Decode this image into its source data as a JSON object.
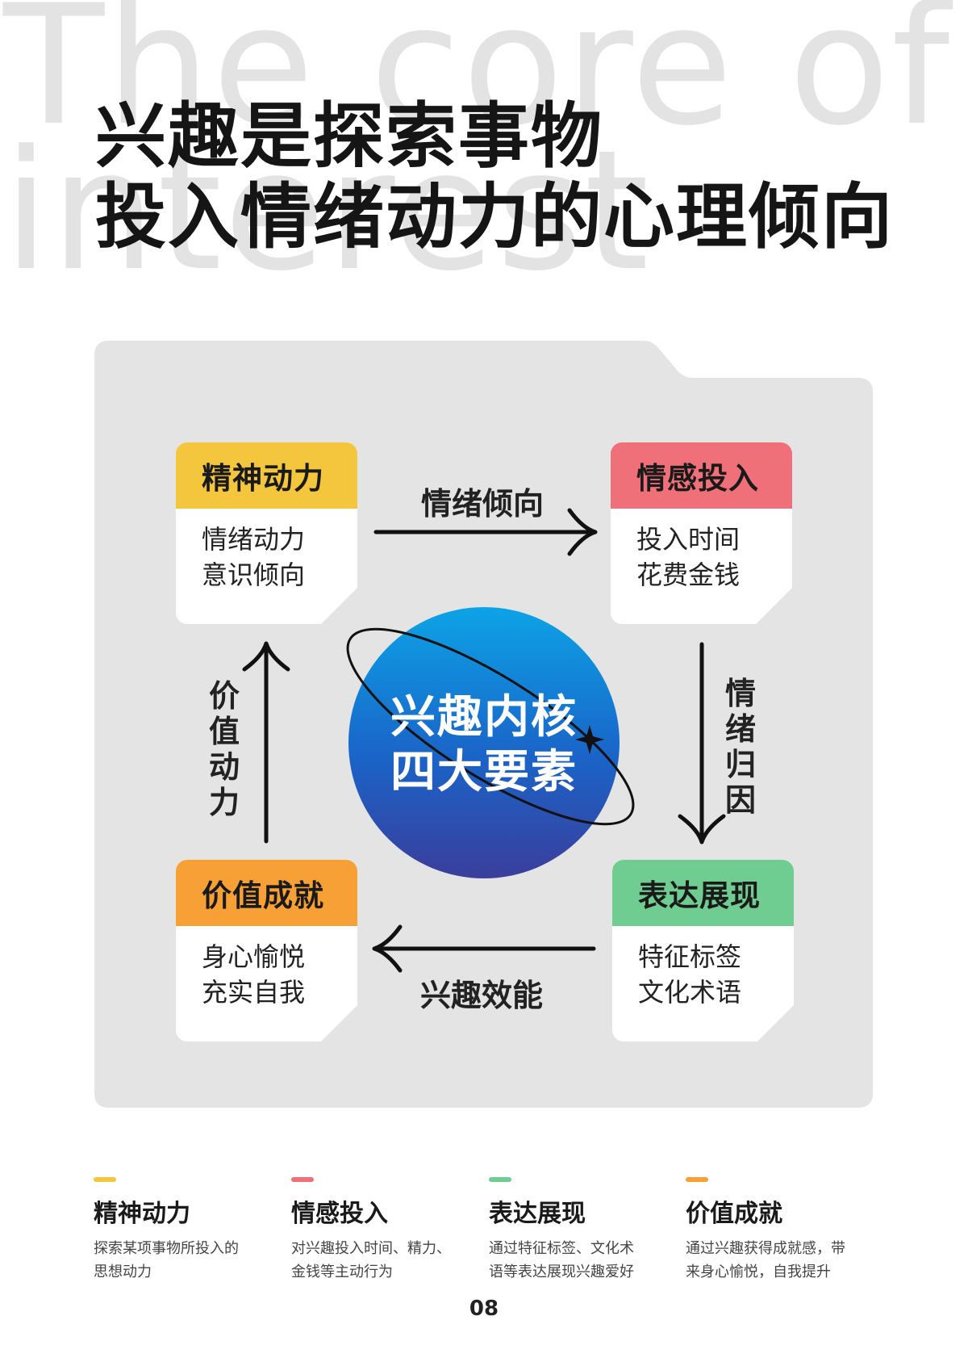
{
  "background_words": {
    "line1": "The core of",
    "line2": "interest"
  },
  "title": {
    "line1": "兴趣是探索事物",
    "line2": "投入情绪动力的心理倾向"
  },
  "colors": {
    "window_bg": "#e4e4e4",
    "dot_red": "#ec5b5b",
    "dot_yellow": "#f2a73b",
    "dot_green": "#4cc06a",
    "spiritual": "#f4c63d",
    "emotional": "#f0707a",
    "expression": "#6fcd92",
    "value": "#f7a035",
    "sphere_top": "#0ca3e6",
    "sphere_bottom": "#3a3e9c"
  },
  "cards": {
    "spiritual": {
      "title": "精神动力",
      "lines": [
        "情绪动力",
        "意识倾向"
      ]
    },
    "emotional": {
      "title": "情感投入",
      "lines": [
        "投入时间",
        "花费金钱"
      ]
    },
    "value": {
      "title": "价值成就",
      "lines": [
        "身心愉悦",
        "充实自我"
      ]
    },
    "expression": {
      "title": "表达展现",
      "lines": [
        "特征标签",
        "文化术语"
      ]
    }
  },
  "arrows": {
    "top": "情绪倾向",
    "right": [
      "情",
      "绪",
      "归",
      "因"
    ],
    "bottom": "兴趣效能",
    "left": [
      "价",
      "值",
      "动",
      "力"
    ]
  },
  "core": {
    "line1": "兴趣内核",
    "line2": "四大要素"
  },
  "legend": [
    {
      "title": "精神动力",
      "desc": [
        "探索某项事物所投入的",
        "思想动力"
      ]
    },
    {
      "title": "情感投入",
      "desc": [
        "对兴趣投入时间、精力、",
        "金钱等主动行为"
      ]
    },
    {
      "title": "表达展现",
      "desc": [
        "通过特征标签、文化术",
        "语等表达展现兴趣爱好"
      ]
    },
    {
      "title": "价值成就",
      "desc": [
        "通过兴趣获得成就感，带",
        "来身心愉悦，自我提升"
      ]
    }
  ],
  "page_number": "08"
}
